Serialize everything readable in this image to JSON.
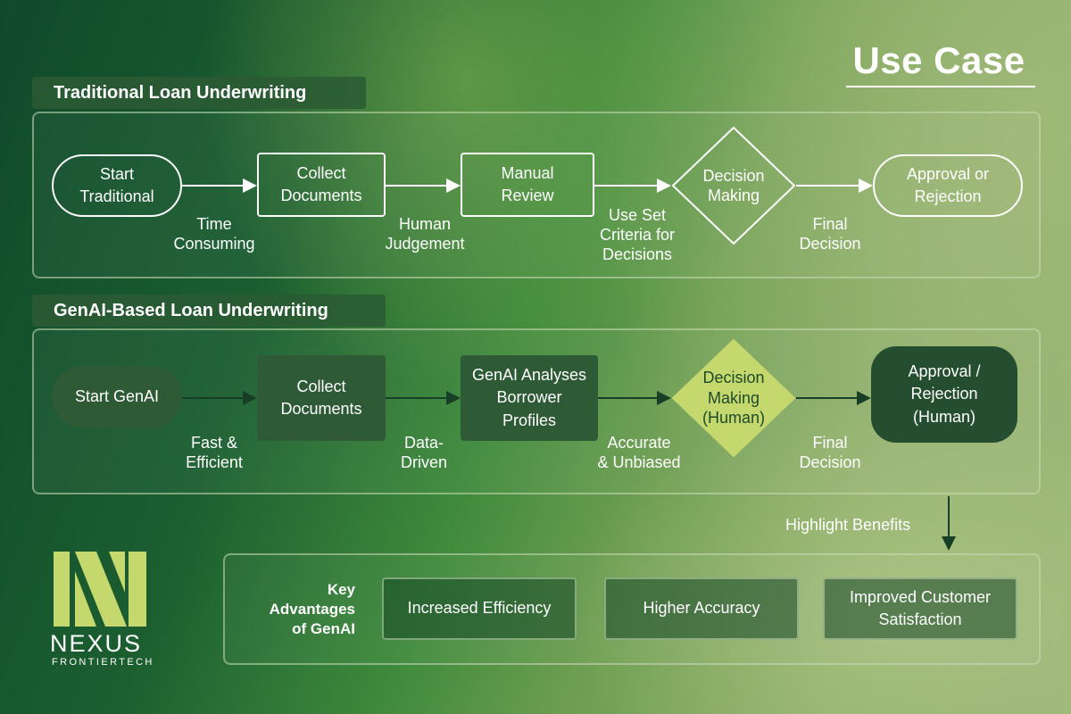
{
  "title": "Use Case",
  "traditional": {
    "label": "Traditional Loan Underwriting",
    "nodes": [
      "Start\nTraditional",
      "Collect\nDocuments",
      "Manual\nReview",
      "Decision\nMaking",
      "Approval or\nRejection"
    ],
    "edges": [
      "Time\nConsuming",
      "Human\nJudgement",
      "Use Set\nCriteria for\nDecisions",
      "Final\nDecision"
    ]
  },
  "genai": {
    "label": "GenAI-Based Loan Underwriting",
    "nodes": [
      "Start GenAI",
      "Collect\nDocuments",
      "GenAI Analyses\nBorrower\nProfiles",
      "Decision\nMaking\n(Human)",
      "Approval /\nRejection\n(Human)"
    ],
    "edges": [
      "Fast &\nEfficient",
      "Data-\nDriven",
      "Accurate\n& Unbiased",
      "Final\nDecision"
    ]
  },
  "highlight_label": "Highlight Benefits",
  "advantages": {
    "title": "Key\nAdvantages\nof GenAI",
    "items": [
      "Increased Efficiency",
      "Higher Accuracy",
      "Improved Customer\nSatisfaction"
    ]
  },
  "logo": {
    "name": "NEXUS",
    "sub": "FRONTIERTECH"
  },
  "colors": {
    "accent": "#c5d86d",
    "dark_node": "#2e5a36"
  }
}
